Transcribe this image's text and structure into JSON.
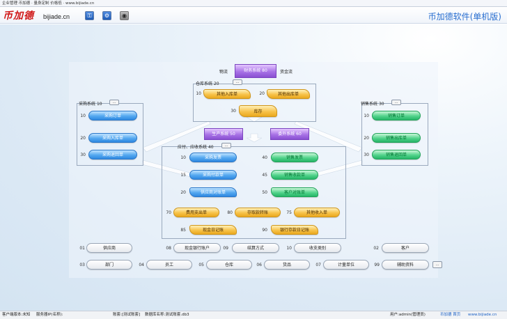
{
  "window": {
    "title": "企业管理 币加德 · 量身定制 价格低 · www.bijiade.cn"
  },
  "header": {
    "logo_text": "币加德",
    "logo_url": "bijiade.cn",
    "app_title": "币加德软件(单机版)",
    "icons": [
      "key-icon",
      "gear-icon",
      "app-icon"
    ]
  },
  "finance": {
    "left_label": "物流",
    "center": "财务系统 80",
    "right_label": "资金流"
  },
  "warehouse": {
    "title": "仓库系统",
    "code": "20",
    "more": "...",
    "items": [
      {
        "num": "10",
        "label": "其他入库单"
      },
      {
        "num": "20",
        "label": "其他出库单"
      },
      {
        "num": "30",
        "label": "库存"
      }
    ]
  },
  "purchase": {
    "title": "采购系统",
    "code": "10",
    "more": "...",
    "items": [
      {
        "num": "10",
        "label": "采购订单"
      },
      {
        "num": "20",
        "label": "采购入库单"
      },
      {
        "num": "30",
        "label": "采购退回单"
      }
    ]
  },
  "sales": {
    "title": "销售系统",
    "code": "30",
    "more": "...",
    "items": [
      {
        "num": "10",
        "label": "销售订单"
      },
      {
        "num": "20",
        "label": "销售出库单"
      },
      {
        "num": "30",
        "label": "销售退回单"
      }
    ]
  },
  "production": {
    "label": "生产系统 50"
  },
  "outsourcing": {
    "label": "委外系统 60"
  },
  "receivable": {
    "title": "应付、应收系统",
    "code": "40",
    "more": "...",
    "items": [
      {
        "num": "10",
        "label": "采购发票"
      },
      {
        "num": "40",
        "label": "销售发票"
      },
      {
        "num": "15",
        "label": "采购付款单"
      },
      {
        "num": "45",
        "label": "销售收款单"
      },
      {
        "num": "20",
        "label": "供应商对账单"
      },
      {
        "num": "50",
        "label": "客户对账单"
      },
      {
        "num": "70",
        "label": "费用支出单"
      },
      {
        "num": "80",
        "label": "存取款转账"
      },
      {
        "num": "75",
        "label": "其他收入单"
      },
      {
        "num": "85",
        "label": "现金日记账"
      },
      {
        "num": "90",
        "label": "银行存款日记账"
      }
    ]
  },
  "basics": {
    "row1": [
      {
        "num": "01",
        "label": "供应商"
      },
      {
        "num": "08",
        "label": "现金银行账户"
      },
      {
        "num": "09",
        "label": "结算方式"
      },
      {
        "num": "10",
        "label": "收支类别"
      },
      {
        "num": "02",
        "label": "客户"
      }
    ],
    "row2": [
      {
        "num": "03",
        "label": "部门"
      },
      {
        "num": "04",
        "label": "员工"
      },
      {
        "num": "05",
        "label": "仓库"
      },
      {
        "num": "06",
        "label": "货品"
      },
      {
        "num": "07",
        "label": "计量单位"
      },
      {
        "num": "99",
        "label": "辅助资料"
      }
    ],
    "more": "..."
  },
  "status": {
    "client": "客户端版本:未知",
    "server": "服务器IP(名称):",
    "account": "账套:[测试账套]",
    "database": "数据库名称:测试账套.db3",
    "user": "用户:admin(管理员)",
    "site": "币加德 首页",
    "url": "www.bijiade.cn"
  },
  "colors": {
    "accent": "#2a6fd0",
    "logo": "#d01818",
    "module": "#8a50d2"
  }
}
